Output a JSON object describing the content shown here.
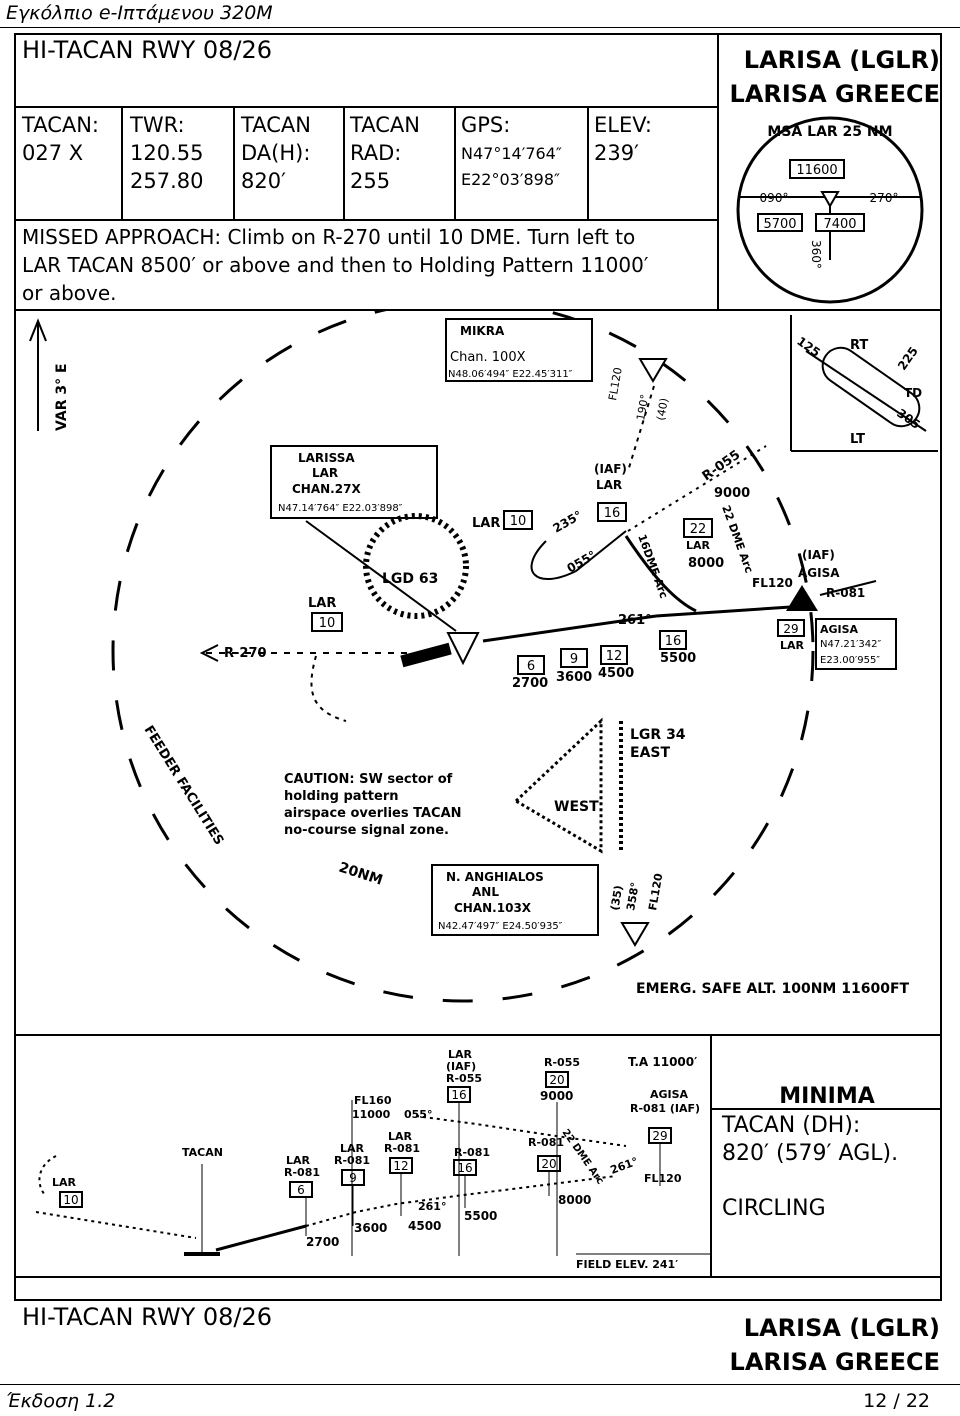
{
  "header": {
    "title": "Εγκόλπιο e-Ιπτάμενου 320M"
  },
  "chart_title": "HI-TACAN RWY 08/26",
  "airport": {
    "code_line": "LARISA (LGLR)",
    "country_line": "LARISA GREECE"
  },
  "info": {
    "tacan_label": "TACAN:",
    "tacan_value": "027 X",
    "twr_label": "TWR:",
    "twr_value1": "120.55",
    "twr_value2": "257.80",
    "da_label1": "TACAN",
    "da_label2": "DA(H):",
    "da_value": "820′",
    "rad_label1": "TACAN",
    "rad_label2": "RAD:",
    "rad_value": "255",
    "gps_label": "GPS:",
    "gps_lat": "N47°14′764″",
    "gps_lon": "E22°03′898″",
    "elev_label": "ELEV:",
    "elev_value": "239′"
  },
  "missed_approach": {
    "line1": "MISSED APPROACH: Climb on R-270 until 10 DME. Turn left to",
    "line2": "LAR TACAN 8500′ or above and then to Holding Pattern 11000′",
    "line3": "or above."
  },
  "msa": {
    "title": "MSA LAR 25 NM",
    "top": "11600",
    "left_bearing": "090°",
    "right_bearing": "270°",
    "bottom_bearing": "360°",
    "left_alt": "5700",
    "right_alt": "7400"
  },
  "holding": {
    "r125": "125",
    "rt": "RT",
    "r225": "225",
    "td": "TD",
    "r305": "305",
    "lt": "LT"
  },
  "plan": {
    "var": "VAR 3° E",
    "mikra_name": "MIKRA",
    "mikra_chan": "Chan. 100X",
    "mikra_coord": "N48.06′494″   E22.45′311″",
    "fl120_top": "FL120",
    "bearing190": "190°",
    "dist40": "(40)",
    "larissa_name": "LARISSA",
    "larissa_id": "LAR",
    "larissa_chan": "CHAN.27X",
    "larissa_coord": "N47.14′764″   E22.03′898″",
    "iaf_lar": "(IAF)",
    "lar_label": "LAR",
    "lar16": "16",
    "lar10_a": "LAR",
    "lar10_a_val": "10",
    "r235": "235°",
    "r055": "055°",
    "r055_label": "R-055",
    "alt9000": "9000",
    "dme22": "22 DME Arc",
    "lar22": "22",
    "lar22_id": "LAR",
    "alt8000": "8000",
    "dme16": "16DME Arc",
    "iaf_agisa": "(IAF)",
    "agisa": "AGISA",
    "fl120_right": "FL120",
    "r081": "R-081",
    "lgd63": "LGD 63",
    "lar10_b": "LAR",
    "lar10_b_val": "10",
    "r270": "R-270",
    "r261": "261°",
    "d6": "6",
    "a2700": "2700",
    "d9": "9",
    "a3600": "3600",
    "d12": "12",
    "a4500": "4500",
    "d16": "16",
    "a5500": "5500",
    "agisa_box_d": "29",
    "agisa_box_lar": "LAR",
    "agisa_box_name": "AGISA",
    "agisa_box_lat": "N47.21′342″",
    "agisa_box_lon": "E23.00′955″",
    "lgr34": "LGR 34",
    "east": "EAST",
    "west": "WEST",
    "feeder": "FEEDER FACILITIES",
    "caution1": "CAUTION: SW  sector of",
    "caution2": "holding pattern",
    "caution3": "airspace overlies TACAN",
    "caution4": "no-course signal zone.",
    "nm20": "20NM",
    "anghialos_name": "N. ANGHIALOS",
    "anghialos_id": "ANL",
    "anghialos_chan": "CHAN.103X",
    "anghialos_coord": "N42.47′497″   E24.50′935″",
    "bearing358": "358°",
    "dist35": "(35)",
    "fl120_bottom": "FL120",
    "emerg": "EMERG. SAFE ALT. 100NM 11600FT"
  },
  "profile": {
    "ta": "T.A 11000′",
    "lar_iaf1": "LAR",
    "lar_iaf2": "(IAF)",
    "lar_iaf3": "R-055",
    "lar_iaf_d": "16",
    "r055_top": "R-055",
    "r055_d": "20",
    "r055_alt": "9000",
    "fl160": "FL160",
    "alt11000": "11000",
    "r055_small": "055°",
    "agisa": "AGISA",
    "agisa_r": "R-081 (IAF)",
    "agisa_d": "29",
    "lar_mid": "LAR",
    "lar_mid_r": "R-081",
    "lar_mid_d": "12",
    "lar9": "LAR",
    "lar9_r": "R-081",
    "lar9_d": "9",
    "r081_16": "R-081",
    "d16": "16",
    "r081_20": "R-081",
    "d20": "20",
    "dme22": "22 DME Arc",
    "r261": "261°",
    "fl120": "FL120",
    "tacan": "TACAN",
    "lar6": "LAR",
    "lar6_r": "R-081",
    "lar6_d": "6",
    "lar10": "LAR",
    "lar10_d": "10",
    "a3600": "3600",
    "a4500": "4500",
    "a5500": "5500",
    "a8000": "8000",
    "a2700": "2700",
    "r261b": "261°",
    "field_elev": "FIELD ELEV. 241′"
  },
  "minima": {
    "title": "MINIMA",
    "line1": "TACAN (DH):",
    "line2": "820′ (579′ AGL).",
    "line3": "CIRCLING"
  },
  "footer_block": {
    "title": "HI-TACAN RWY 08/26",
    "code_line": "LARISA (LGLR)",
    "country_line": "LARISA GREECE"
  },
  "footer": {
    "edition": "Έκδοση 1.2",
    "page": "12 / 22"
  }
}
